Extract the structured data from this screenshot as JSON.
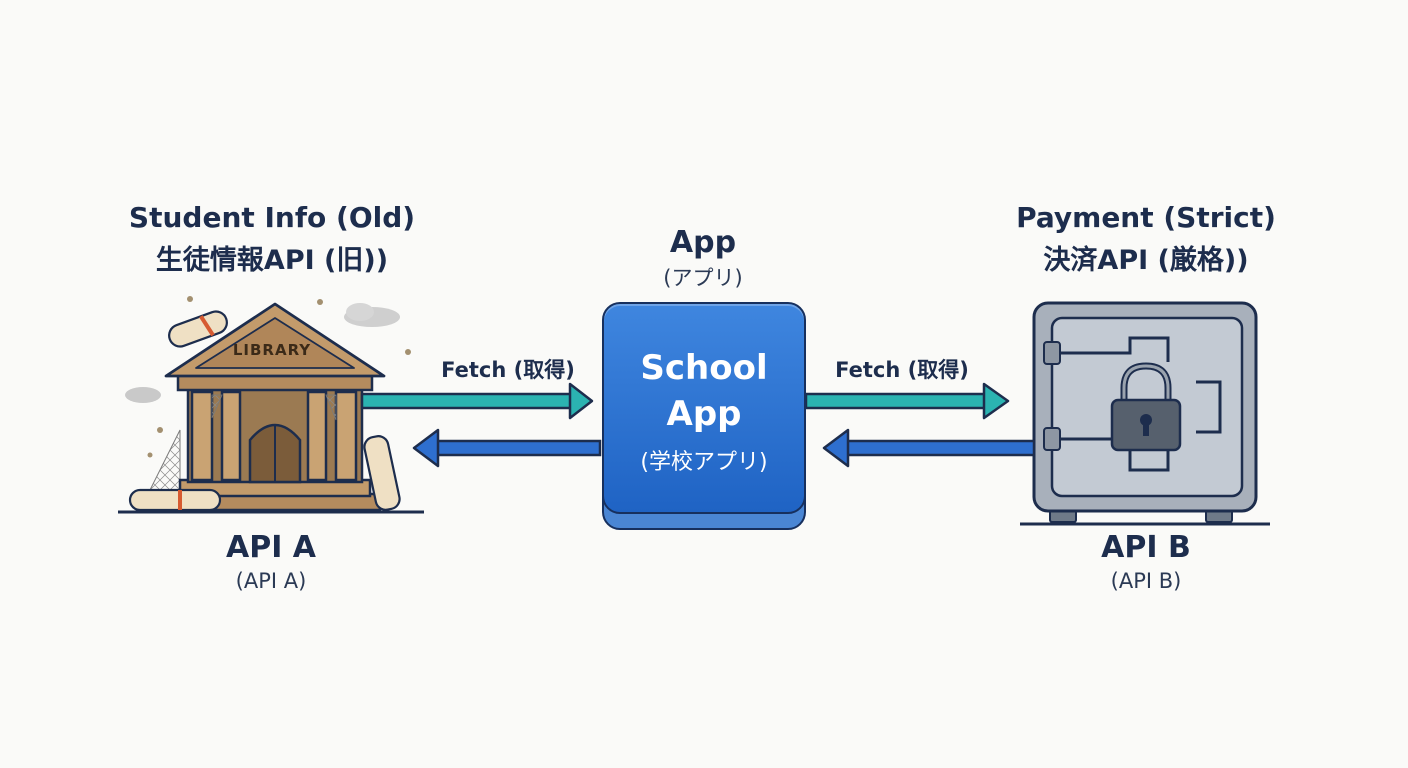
{
  "left": {
    "title_en": "Student Info (Old)",
    "title_jp": "生徒情報API (旧))",
    "building_sign": "LIBRARY",
    "api_label": "API A",
    "api_sub": "(API A)"
  },
  "center": {
    "title": "App",
    "subtitle": "(アプリ)",
    "box_line1": "School",
    "box_line2": "App",
    "box_line3": "(学校アプリ)"
  },
  "right": {
    "title_en": "Payment (Strict)",
    "title_jp": "決済API (厳格))",
    "api_label": "API B",
    "api_sub": "(API B)"
  },
  "arrows": {
    "left_label": "Fetch (取得)",
    "right_label": "Fetch (取得)"
  },
  "icons": {
    "left": "library-building-icon",
    "right": "safe-vault-icon",
    "lock": "padlock-icon"
  },
  "colors": {
    "teal_arrow": "#2bb3b1",
    "blue_arrow": "#2e6fcf",
    "app_box": "#2a6fd1",
    "text": "#1d2d4d"
  }
}
